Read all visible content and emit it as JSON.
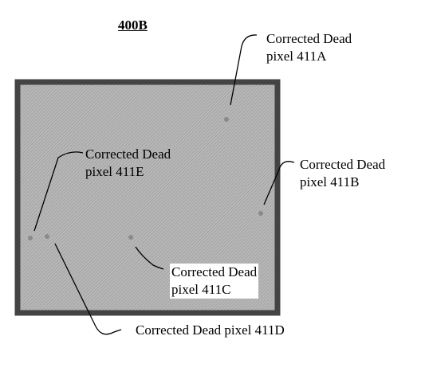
{
  "figure": {
    "title": "400B",
    "callouts": {
      "a": {
        "line1": "Corrected Dead",
        "line2": "pixel 411A"
      },
      "b": {
        "line1": "Corrected Dead",
        "line2": "pixel 411B"
      },
      "c": {
        "line1": "Corrected Dead",
        "line2": "pixel 411C"
      },
      "d": {
        "line1": "Corrected Dead pixel 411D"
      },
      "e": {
        "line1": "Corrected Dead",
        "line2": "pixel 411E"
      }
    }
  }
}
